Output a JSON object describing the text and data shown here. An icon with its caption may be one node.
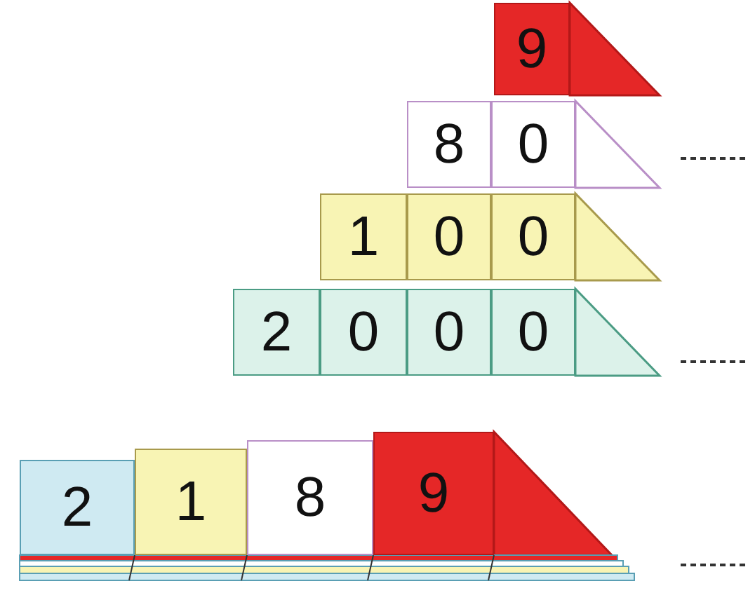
{
  "diagram": {
    "nodes": [
      {
        "text": [
          "9"
        ]
      },
      {
        "text": [
          "8"
        ]
      },
      {
        "text": [
          "0"
        ]
      },
      {
        "text": [
          "1"
        ]
      },
      {
        "text": [
          "0"
        ]
      },
      {
        "text": [
          "0"
        ]
      },
      {
        "text": [
          "2"
        ]
      },
      {
        "text": [
          "0"
        ]
      },
      {
        "text": [
          "0"
        ]
      },
      {
        "text": [
          "0"
        ]
      },
      {
        "text": [
          "2"
        ]
      },
      {
        "text": [
          "1"
        ]
      },
      {
        "text": [
          "8"
        ]
      },
      {
        "text": [
          "9"
        ]
      },
      {
        "text": [],
        "shape": "triangle"
      },
      {
        "text": [],
        "shape": "triangle"
      },
      {
        "text": [],
        "shape": "triangle"
      },
      {
        "text": [],
        "shape": "triangle"
      },
      {
        "text": [],
        "shape": "triangle"
      }
    ]
  }
}
